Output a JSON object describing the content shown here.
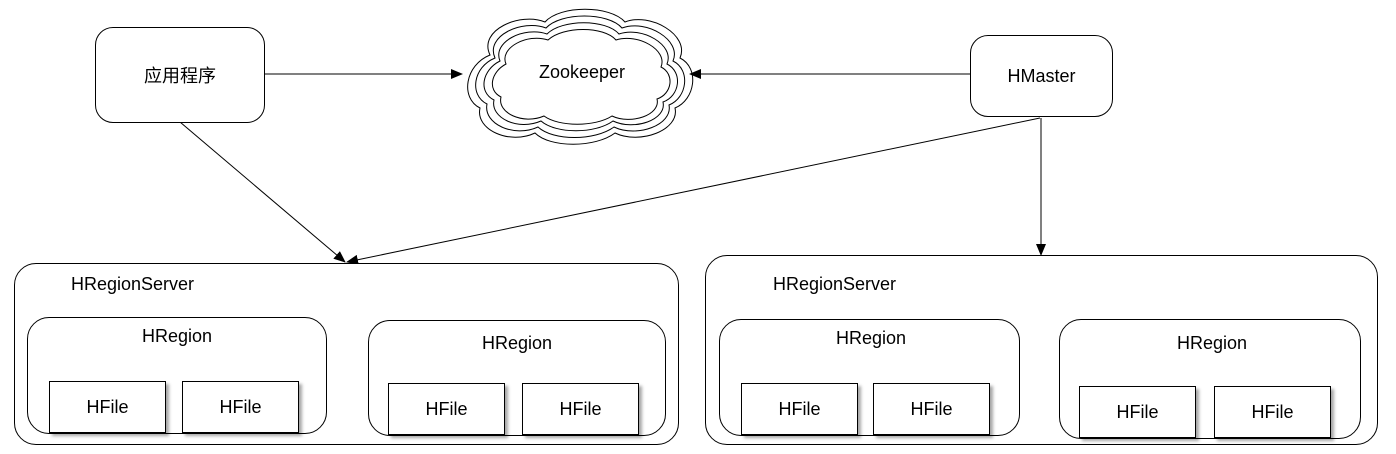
{
  "nodes": {
    "app": "应用程序",
    "zookeeper": "Zookeeper",
    "hmaster": "HMaster"
  },
  "servers": [
    {
      "title": "HRegionServer",
      "regions": [
        {
          "title": "HRegion",
          "files": [
            "HFile",
            "HFile"
          ]
        },
        {
          "title": "HRegion",
          "files": [
            "HFile",
            "HFile"
          ]
        }
      ]
    },
    {
      "title": "HRegionServer",
      "regions": [
        {
          "title": "HRegion",
          "files": [
            "HFile",
            "HFile"
          ]
        },
        {
          "title": "HRegion",
          "files": [
            "HFile",
            "HFile"
          ]
        }
      ]
    }
  ]
}
